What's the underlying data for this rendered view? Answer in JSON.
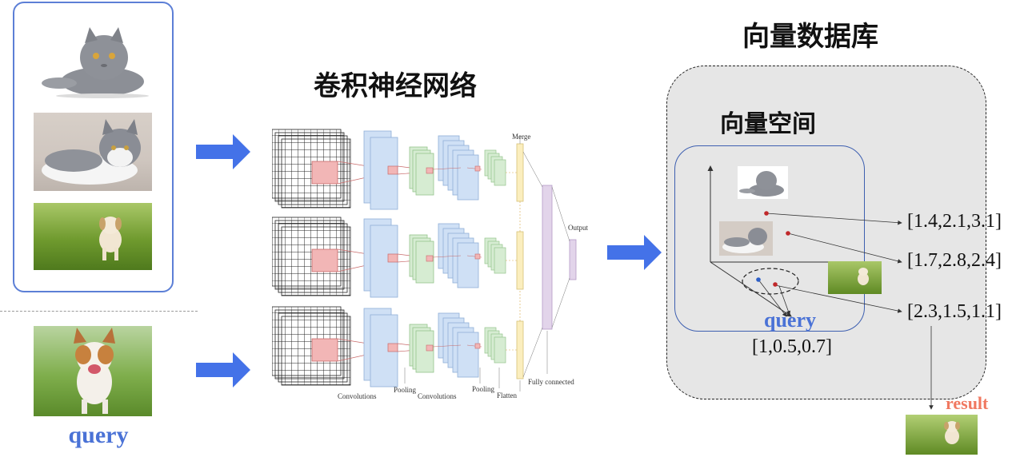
{
  "titles": {
    "cnn": "卷积神经网络",
    "vector_db": "向量数据库",
    "vector_space": "向量空间"
  },
  "query_label": "query",
  "space_query_label": "query",
  "result_label": "result",
  "vectors": {
    "v1": "[1.4,2.1,3.1]",
    "v2": "[1.7,2.8,2.4]",
    "v3": "[2.3,1.5,1.1]",
    "query": "[1,0.5,0.7]"
  },
  "cnn_labels": {
    "convolutions1": "Convolutions",
    "pooling1": "Pooling",
    "convolutions2": "Convolutions",
    "pooling2": "Pooling",
    "flatten": "Flatten",
    "merge": "Merge",
    "output": "Output",
    "fully_connected": "Fully connected"
  },
  "colors": {
    "arrow": "#4472e8",
    "query": "#4a72d6",
    "result": "#f07860",
    "box_border": "#3d5fb0",
    "db_fill": "#e6e6e6",
    "point": "#c0282a",
    "query_point": "#2d5fc8"
  }
}
